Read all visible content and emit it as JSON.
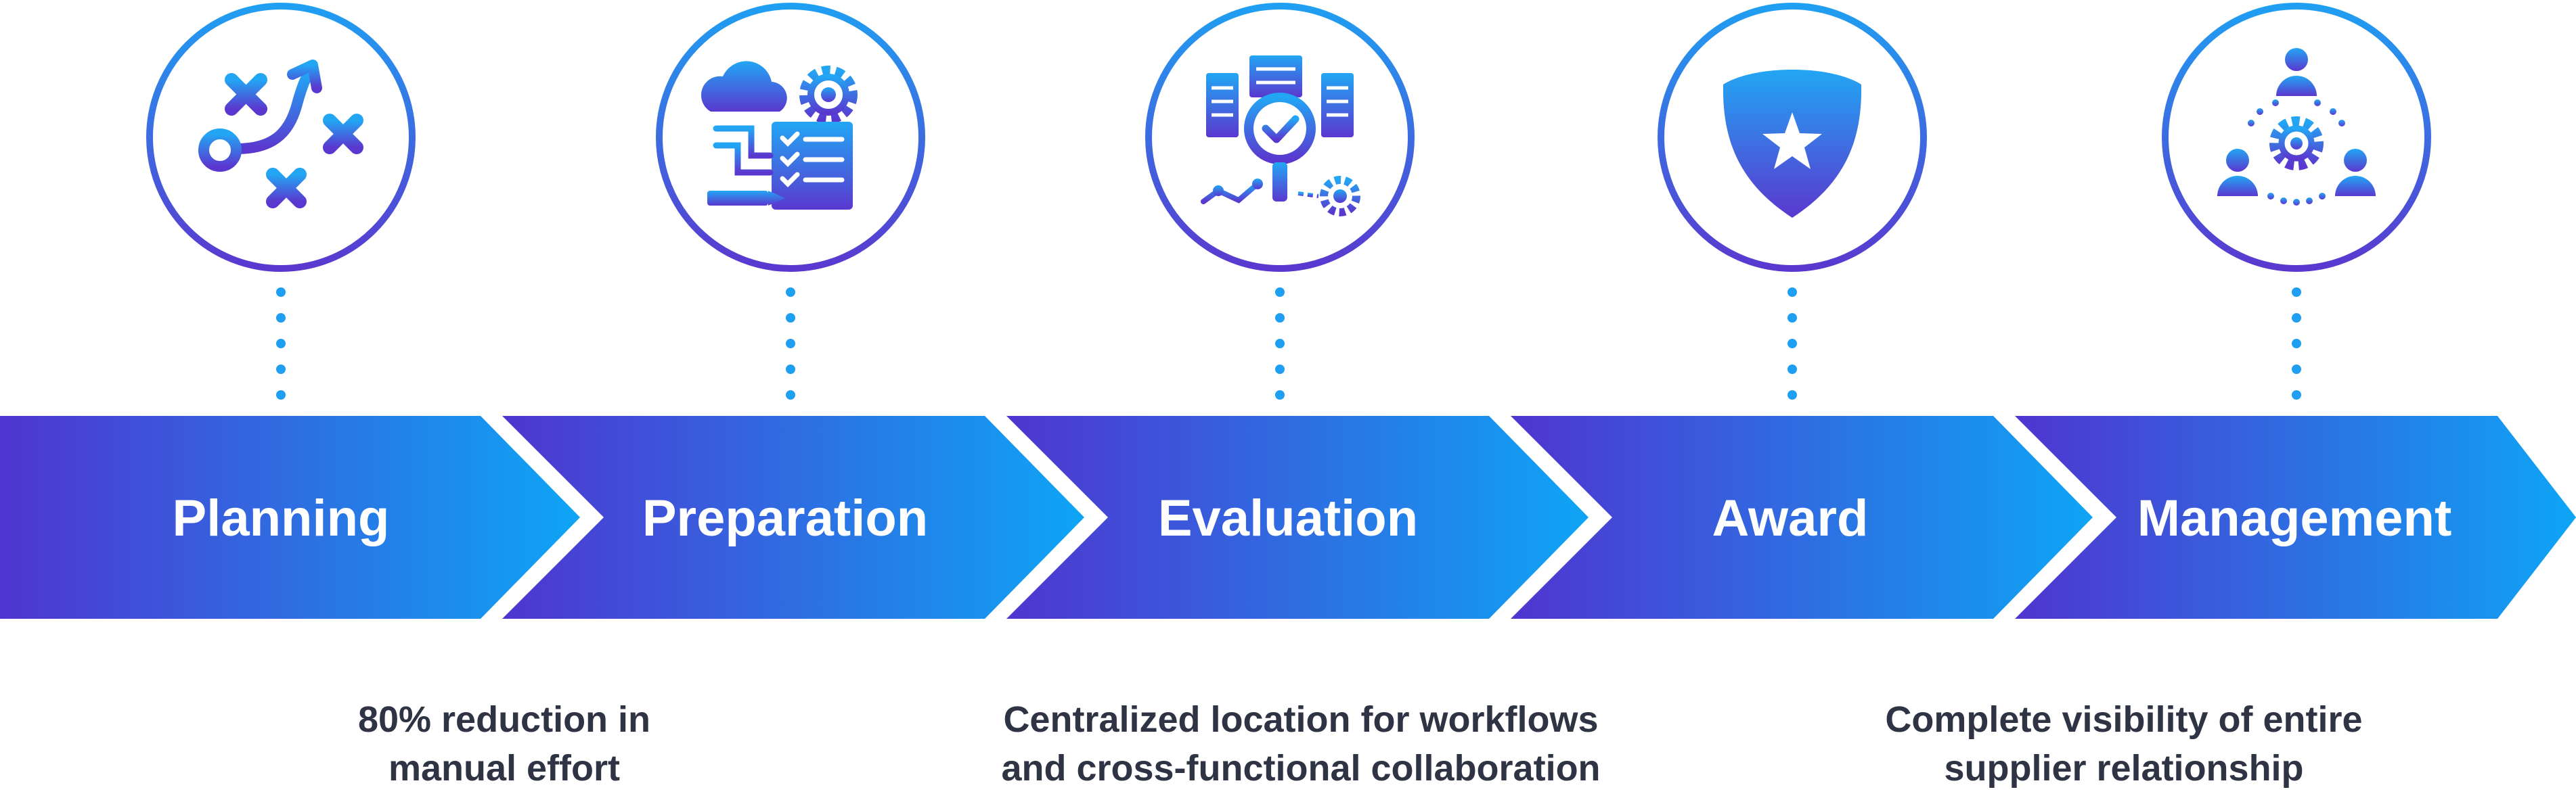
{
  "process": {
    "steps": [
      {
        "label": "Planning",
        "icon": "strategy-play-icon"
      },
      {
        "label": "Preparation",
        "icon": "cloud-checklist-gear-icon"
      },
      {
        "label": "Evaluation",
        "icon": "magnifier-check-servers-icon"
      },
      {
        "label": "Award",
        "icon": "shield-star-icon"
      },
      {
        "label": "Management",
        "icon": "team-gear-network-icon"
      }
    ],
    "benefits": [
      {
        "line1": "80% reduction in",
        "line2": "manual effort"
      },
      {
        "line1": "Centralized location for workflows",
        "line2": "and cross-functional collaboration"
      },
      {
        "line1": "Complete visibility of entire",
        "line2": "supplier relationship"
      }
    ]
  },
  "colors": {
    "gradient_start": "#4f35cf",
    "gradient_end": "#0ea5f5",
    "caption_text": "#2f3445",
    "background": "#ffffff"
  }
}
